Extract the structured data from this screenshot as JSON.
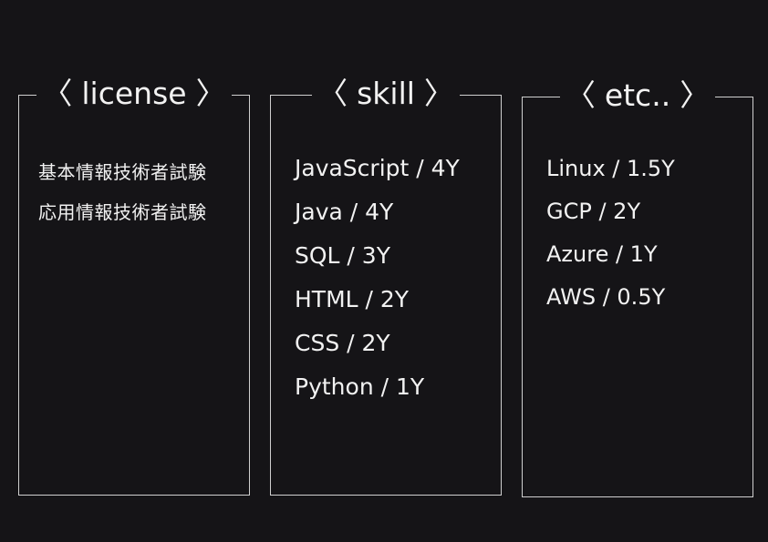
{
  "panels": {
    "license": {
      "title": "license",
      "open_bracket": "〈",
      "close_bracket": "〉",
      "items": [
        "基本情報技術者試験",
        "応用情報技術者試験"
      ]
    },
    "skill": {
      "title": "skill",
      "open_bracket": "〈",
      "close_bracket": "〉",
      "items": [
        "JavaScript / 4Y",
        "Java / 4Y",
        "SQL / 3Y",
        "HTML / 2Y",
        "CSS / 2Y",
        "Python / 1Y"
      ]
    },
    "etc": {
      "title": "etc..",
      "open_bracket": "〈",
      "close_bracket": "〉",
      "items": [
        "Linux / 1.5Y",
        "GCP / 2Y",
        "Azure / 1Y",
        "AWS / 0.5Y"
      ]
    }
  },
  "colors": {
    "background": "#151417",
    "border": "#cfcfcf",
    "text": "#f2f2f2"
  }
}
